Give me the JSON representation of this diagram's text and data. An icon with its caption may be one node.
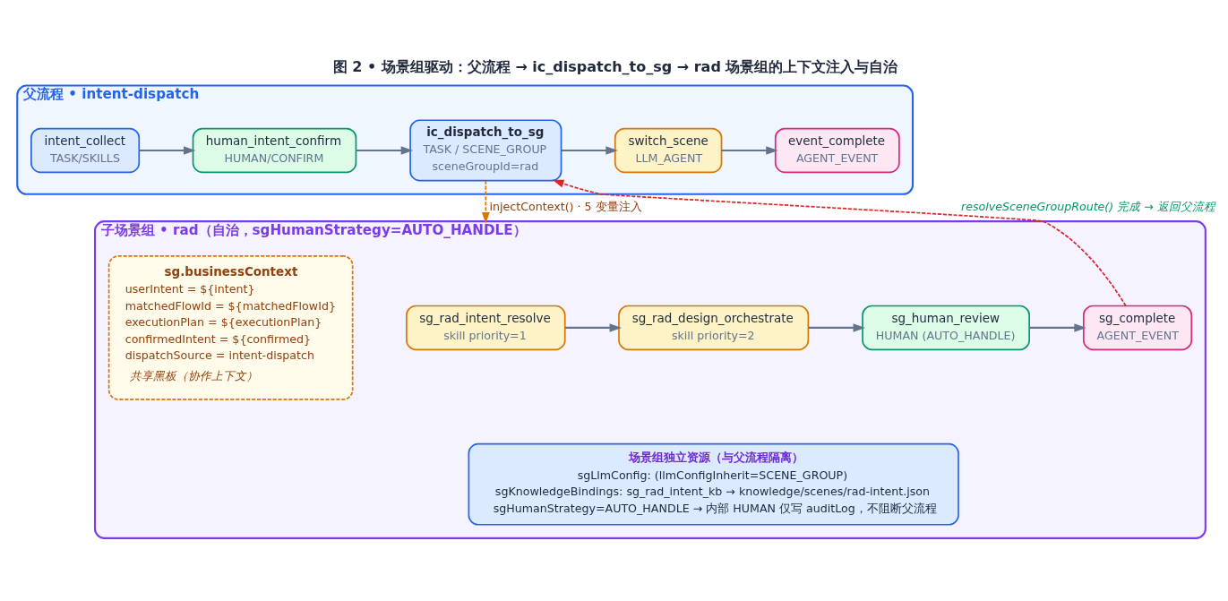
{
  "diagram": {
    "title": "图 2 • 场景组驱动：父流程 → ic_dispatch_to_sg → rad 场景组的上下文注入与自治",
    "nodes": [
      {
        "text": [
          "父流程 • intent-dispatch"
        ]
      },
      {
        "text": [
          "intent_collect",
          "TASK/SKILLS"
        ],
        "in": 0
      },
      {
        "text": [
          "human_intent_confirm",
          "HUMAN/CONFIRM"
        ],
        "in": 0
      },
      {
        "text": [
          "ic_dispatch_to_sg",
          "TASK / SCENE_GROUP",
          "sceneGroupId=rad"
        ],
        "in": 0
      },
      {
        "text": [
          "switch_scene",
          "LLM_AGENT"
        ],
        "in": 0
      },
      {
        "text": [
          "event_complete",
          "AGENT_EVENT"
        ],
        "in": 0
      },
      {
        "text": [
          "子场景组 • rad（自治，sgHumanStrategy=AUTO_HANDLE）"
        ]
      },
      {
        "text": [
          "sg.businessContext",
          "userIntent = ${intent}",
          "matchedFlowId = ${matchedFlowId}",
          "executionPlan = ${executionPlan}",
          "confirmedIntent = ${confirmed}",
          "dispatchSource = intent-dispatch",
          "共享黑板（协作上下文）"
        ],
        "in": 6
      },
      {
        "text": [
          "sg_rad_intent_resolve",
          "skill priority=1"
        ],
        "in": 6
      },
      {
        "text": [
          "sg_rad_design_orchestrate",
          "skill priority=2"
        ],
        "in": 6
      },
      {
        "text": [
          "sg_human_review",
          "HUMAN (AUTO_HANDLE)"
        ],
        "in": 6
      },
      {
        "text": [
          "sg_complete",
          "AGENT_EVENT"
        ],
        "in": 6
      },
      {
        "text": [
          "场景组独立资源（与父流程隔离）",
          "sgLlmConfig: (llmConfigInherit=SCENE_GROUP)",
          "sgKnowledgeBindings: sg_rad_intent_kb → knowledge/scenes/rad-intent.json",
          "sgHumanStrategy=AUTO_HANDLE → 内部 HUMAN 仅写 auditLog，不阻断父流程"
        ],
        "in": 6
      }
    ],
    "edges": [
      {
        "from": 1,
        "to": 2,
        "arrow": "to"
      },
      {
        "from": 2,
        "to": 3,
        "arrow": "to"
      },
      {
        "from": 3,
        "to": 4,
        "arrow": "to"
      },
      {
        "from": 4,
        "to": 5,
        "arrow": "to"
      },
      {
        "from": 3,
        "to": 6,
        "arrow": "to",
        "label": "injectContext() · 5 变量注入",
        "style": "dashed",
        "color": "#d97706"
      },
      {
        "from": 8,
        "to": 9,
        "arrow": "to"
      },
      {
        "from": 9,
        "to": 10,
        "arrow": "to"
      },
      {
        "from": 10,
        "to": 11,
        "arrow": "to"
      },
      {
        "from": 11,
        "to": 3,
        "arrow": "to",
        "label": "resolveSceneGroupRoute() 完成 → 返回父流程",
        "style": "dashed",
        "color": "#dc2626"
      }
    ]
  }
}
